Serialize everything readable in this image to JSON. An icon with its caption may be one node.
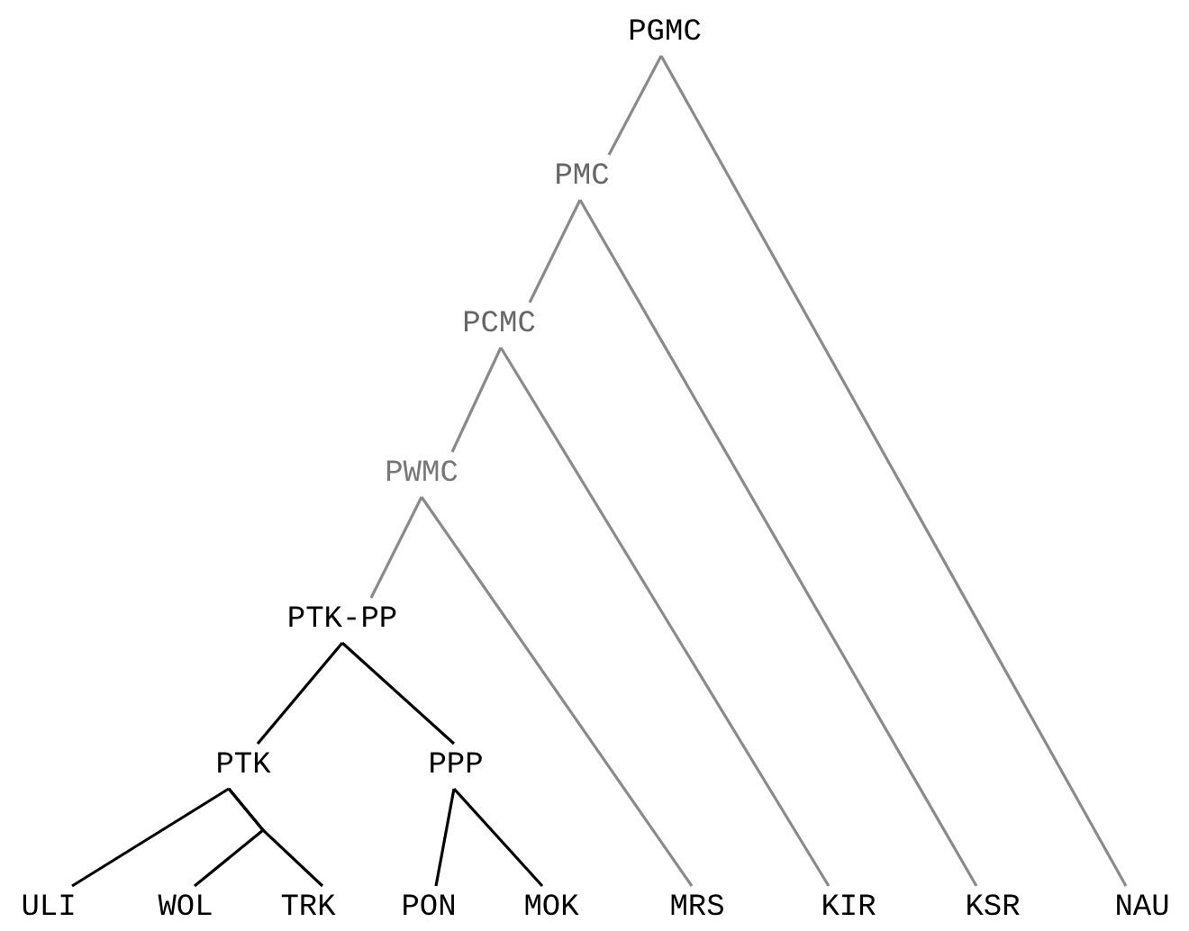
{
  "diagram": {
    "nodes": [
      {
        "text": [
          "PGMC"
        ]
      },
      {
        "text": [
          "PMC"
        ]
      },
      {
        "text": [
          "PCMC"
        ]
      },
      {
        "text": [
          "PWMC"
        ]
      },
      {
        "text": [
          "PTK-PP"
        ]
      },
      {
        "text": [
          "PTK"
        ]
      },
      {
        "text": [
          "PPP"
        ]
      },
      {
        "text": [
          "ULI"
        ]
      },
      {
        "text": [
          "WOL"
        ]
      },
      {
        "text": [
          "TRK"
        ]
      },
      {
        "text": [
          "PON"
        ]
      },
      {
        "text": [
          "MOK"
        ]
      },
      {
        "text": [
          "MRS"
        ]
      },
      {
        "text": [
          "KIR"
        ]
      },
      {
        "text": [
          "KSR"
        ]
      },
      {
        "text": [
          "NAU"
        ]
      }
    ],
    "edges": [
      {
        "from": 0,
        "to": 1,
        "arrow": "none"
      },
      {
        "from": 0,
        "to": 15,
        "arrow": "none"
      },
      {
        "from": 1,
        "to": 2,
        "arrow": "none"
      },
      {
        "from": 1,
        "to": 14,
        "arrow": "none"
      },
      {
        "from": 2,
        "to": 3,
        "arrow": "none"
      },
      {
        "from": 2,
        "to": 13,
        "arrow": "none"
      },
      {
        "from": 3,
        "to": 4,
        "arrow": "none"
      },
      {
        "from": 3,
        "to": 12,
        "arrow": "none"
      },
      {
        "from": 4,
        "to": 5,
        "arrow": "none",
        "color": "#000000"
      },
      {
        "from": 4,
        "to": 6,
        "arrow": "none",
        "color": "#000000"
      },
      {
        "from": 5,
        "to": 7,
        "arrow": "none",
        "color": "#000000"
      },
      {
        "from": 5,
        "to": 8,
        "arrow": "none",
        "color": "#000000"
      },
      {
        "from": 5,
        "to": 9,
        "arrow": "none",
        "color": "#000000"
      },
      {
        "from": 6,
        "to": 10,
        "arrow": "none",
        "color": "#000000"
      },
      {
        "from": 6,
        "to": 11,
        "arrow": "none",
        "color": "#000000"
      }
    ]
  }
}
